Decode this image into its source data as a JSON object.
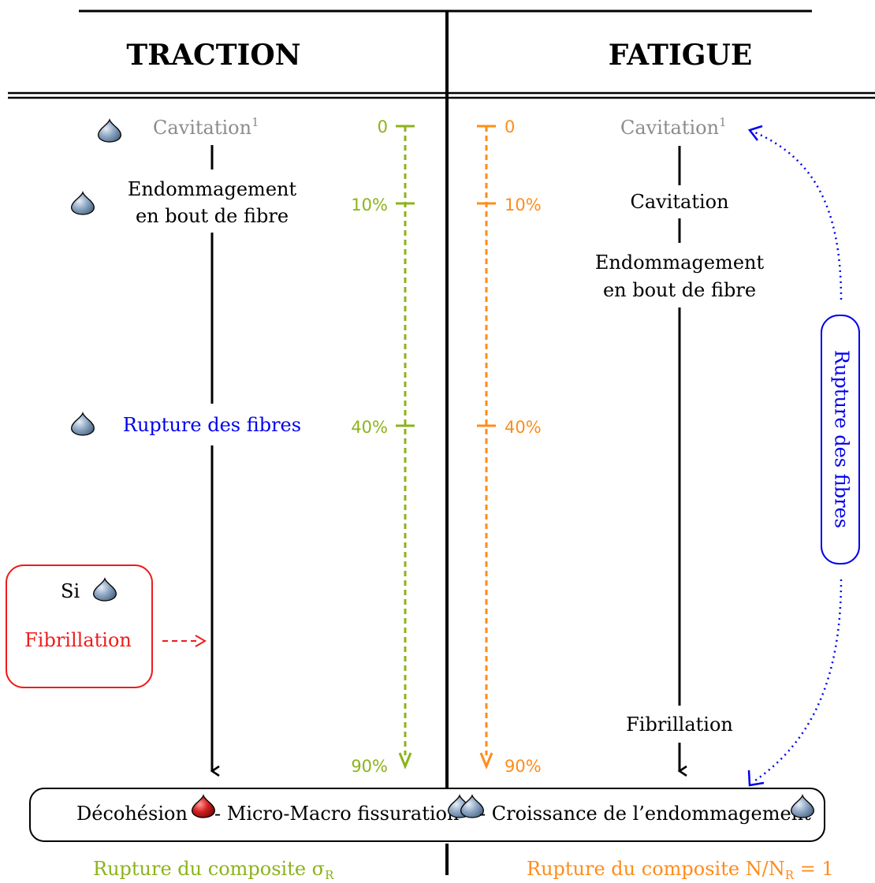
{
  "headers": {
    "left": "TRACTION",
    "right": "FATIGUE"
  },
  "traction": {
    "cavitation": "Cavitation",
    "cavitation_sup": "1",
    "endommagement_line1": "Endommagement",
    "endommagement_line2": "en bout de fibre",
    "rupture_fibres": "Rupture des fibres",
    "si_label": "Si",
    "fibrillation": "Fibrillation"
  },
  "scales": {
    "labels": [
      "0",
      "10%",
      "40%",
      "90%"
    ],
    "values": [
      0,
      10,
      40,
      90
    ],
    "green_color": "#8cb31a",
    "orange_color": "#ff8c1a"
  },
  "fatigue": {
    "cavitation": "Cavitation",
    "cavitation_sup": "1",
    "cavitation2": "Cavitation",
    "endommagement_line1": "Endommagement",
    "endommagement_line2": "en bout de fibre",
    "fibrillation": "Fibrillation",
    "cycle_label": "Rupture des fibres"
  },
  "bottom_box": {
    "part1": "Décohésion",
    "part2": "- Micro-Macro fissuration",
    "part3": "- Croissance de l’endommagement"
  },
  "footer": {
    "left_main": "Rupture du composite σ",
    "left_sub": "R",
    "right_main": "Rupture du composite N/N",
    "right_sub": "R",
    "right_end": " = 1"
  },
  "colors": {
    "drop_blue": "#8fa8c4",
    "drop_red": "#c0141a",
    "cycle_arrow": "#0000ee",
    "fibrillation_box": "#ee1c1c"
  }
}
